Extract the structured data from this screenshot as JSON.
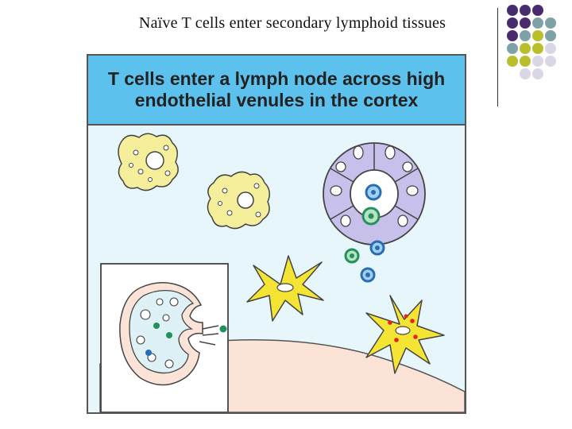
{
  "slide": {
    "title": "Naïve T cells enter secondary lymphoid tissues"
  },
  "panel": {
    "banner_line_1": "T cells enter a lymph node across high",
    "banner_line_2": "endothelial venules in the cortex"
  },
  "colors": {
    "banner": "#5cc1ec",
    "background": "#e6f6fb",
    "cell_yellow": "#f5ef9c",
    "dendritic_yellow": "#f4e535",
    "venule_purple": "#c7c0ea",
    "lymph_tissue": "#fbe3d8",
    "t_cell_blue": "#2a6db5",
    "t_cell_green": "#23915a",
    "antigen_red": "#e0261d"
  },
  "decor_dots": [
    "#4a2a6e",
    "#4a2a6e",
    "#4a2a6e",
    "#4a2a6e",
    "#4a2a6e",
    "#7fa2a6",
    "#7fa2a6",
    "#4a2a6e",
    "#7fa2a6",
    "#b9bf2a",
    "#7fa2a6",
    "#7fa2a6",
    "#b9bf2a",
    "#b9bf2a",
    "#d9d8e6",
    "#b9bf2a",
    "#b9bf2a",
    "#d9d8e6",
    "#d9d8e6",
    "#d9d8e6",
    "#d9d8e6"
  ]
}
